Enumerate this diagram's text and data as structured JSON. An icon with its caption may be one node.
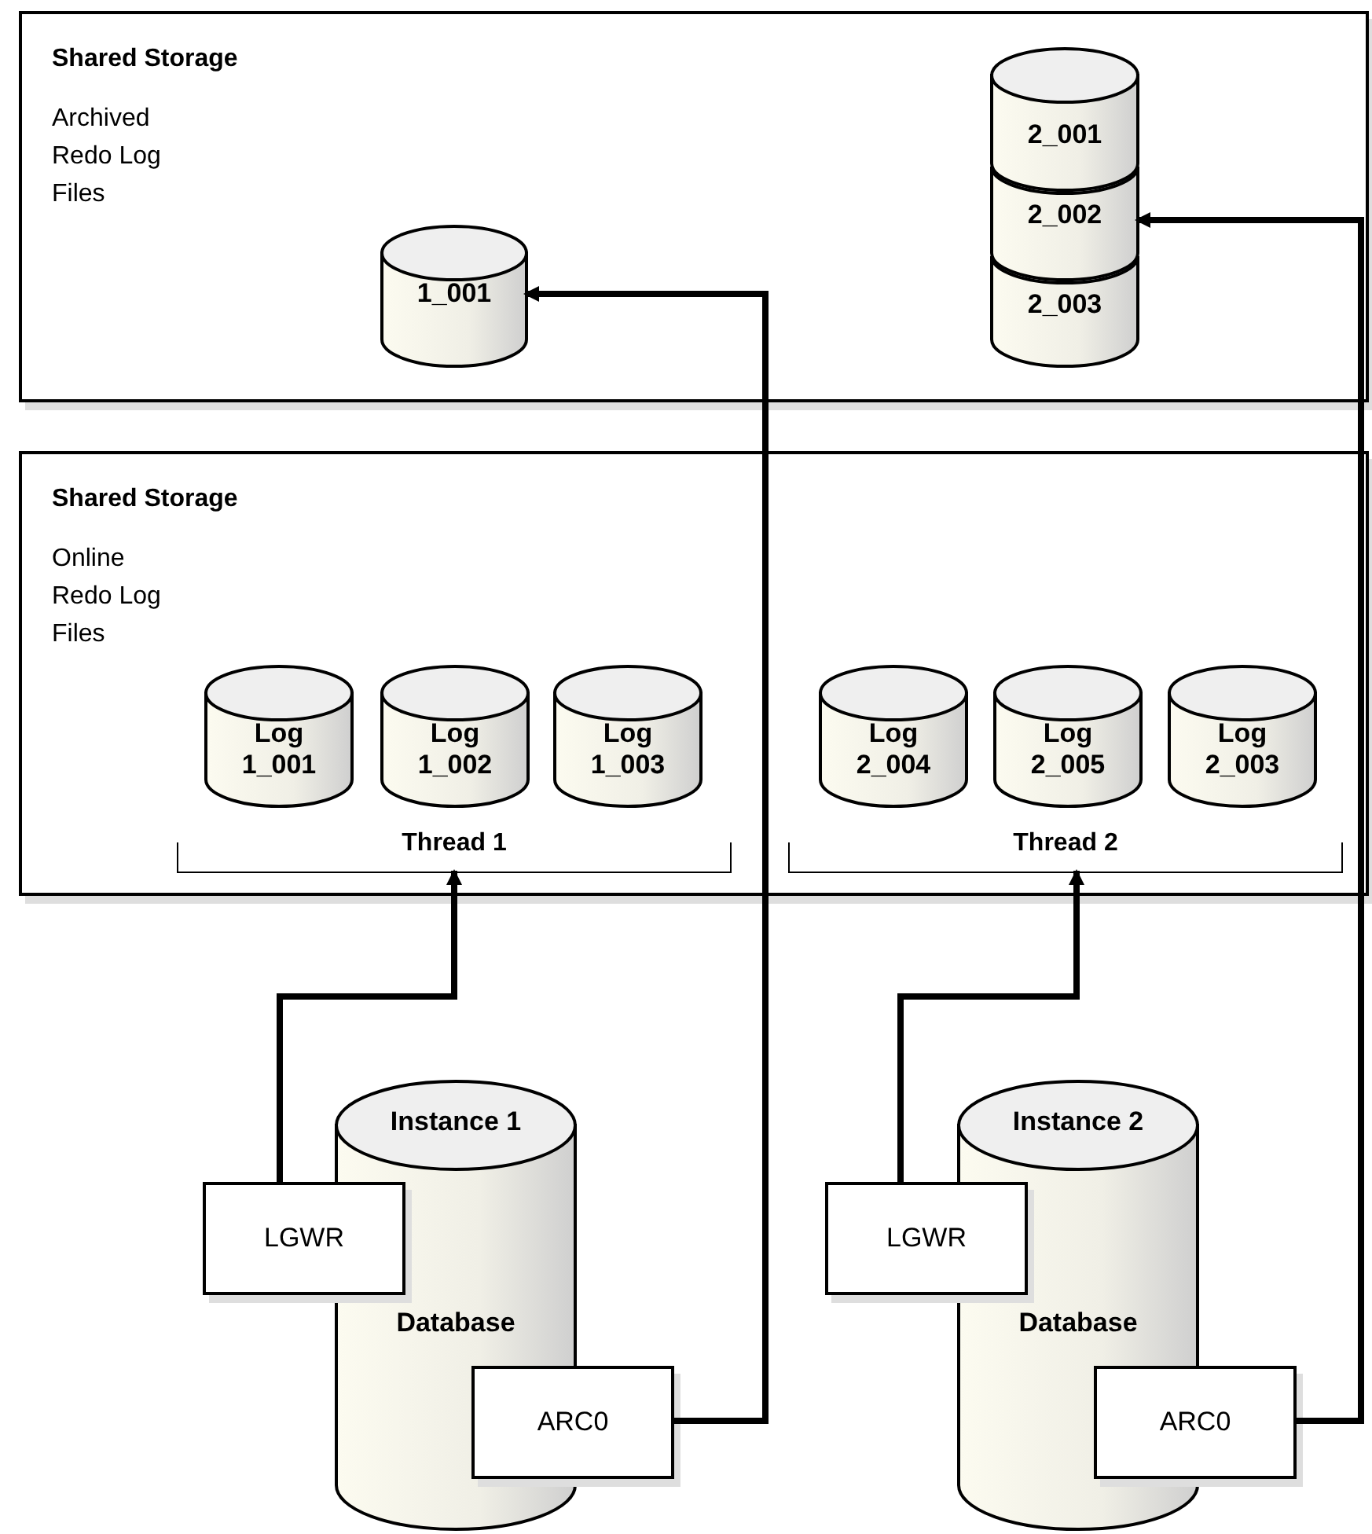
{
  "diagram": {
    "nodes": [
      {
        "text": [
          "Shared Storage",
          "Archived Redo Log Files"
        ]
      },
      {
        "text": [
          "1_001"
        ],
        "in": 0
      },
      {
        "text": [
          "2_001"
        ],
        "in": 0
      },
      {
        "text": [
          "2_002"
        ],
        "in": 0
      },
      {
        "text": [
          "2_003"
        ],
        "in": 0
      },
      {
        "text": [
          "Shared Storage",
          "Online Redo Log Files"
        ]
      },
      {
        "text": [
          "Log 1_001"
        ],
        "in": 5
      },
      {
        "text": [
          "Log 1_002"
        ],
        "in": 5
      },
      {
        "text": [
          "Log 1_003"
        ],
        "in": 5
      },
      {
        "text": [
          "Log 2_004"
        ],
        "in": 5
      },
      {
        "text": [
          "Log 2_005"
        ],
        "in": 5
      },
      {
        "text": [
          "Log 2_003"
        ],
        "in": 5
      },
      {
        "text": [
          "Thread 1"
        ],
        "in": 5
      },
      {
        "text": [
          "Thread 2"
        ],
        "in": 5
      },
      {
        "text": [
          "Instance 1",
          "Database"
        ]
      },
      {
        "text": [
          "LGWR"
        ]
      },
      {
        "text": [
          "ARC0"
        ]
      },
      {
        "text": [
          "Instance 2",
          "Database"
        ]
      },
      {
        "text": [
          "LGWR"
        ]
      },
      {
        "text": [
          "ARC0"
        ]
      }
    ],
    "edges": [
      {
        "from": 15,
        "to": 12,
        "arrow": "to"
      },
      {
        "from": 16,
        "to": 1,
        "arrow": "to"
      },
      {
        "from": 18,
        "to": 13,
        "arrow": "to"
      },
      {
        "from": 19,
        "to": 3,
        "arrow": "to"
      }
    ]
  }
}
